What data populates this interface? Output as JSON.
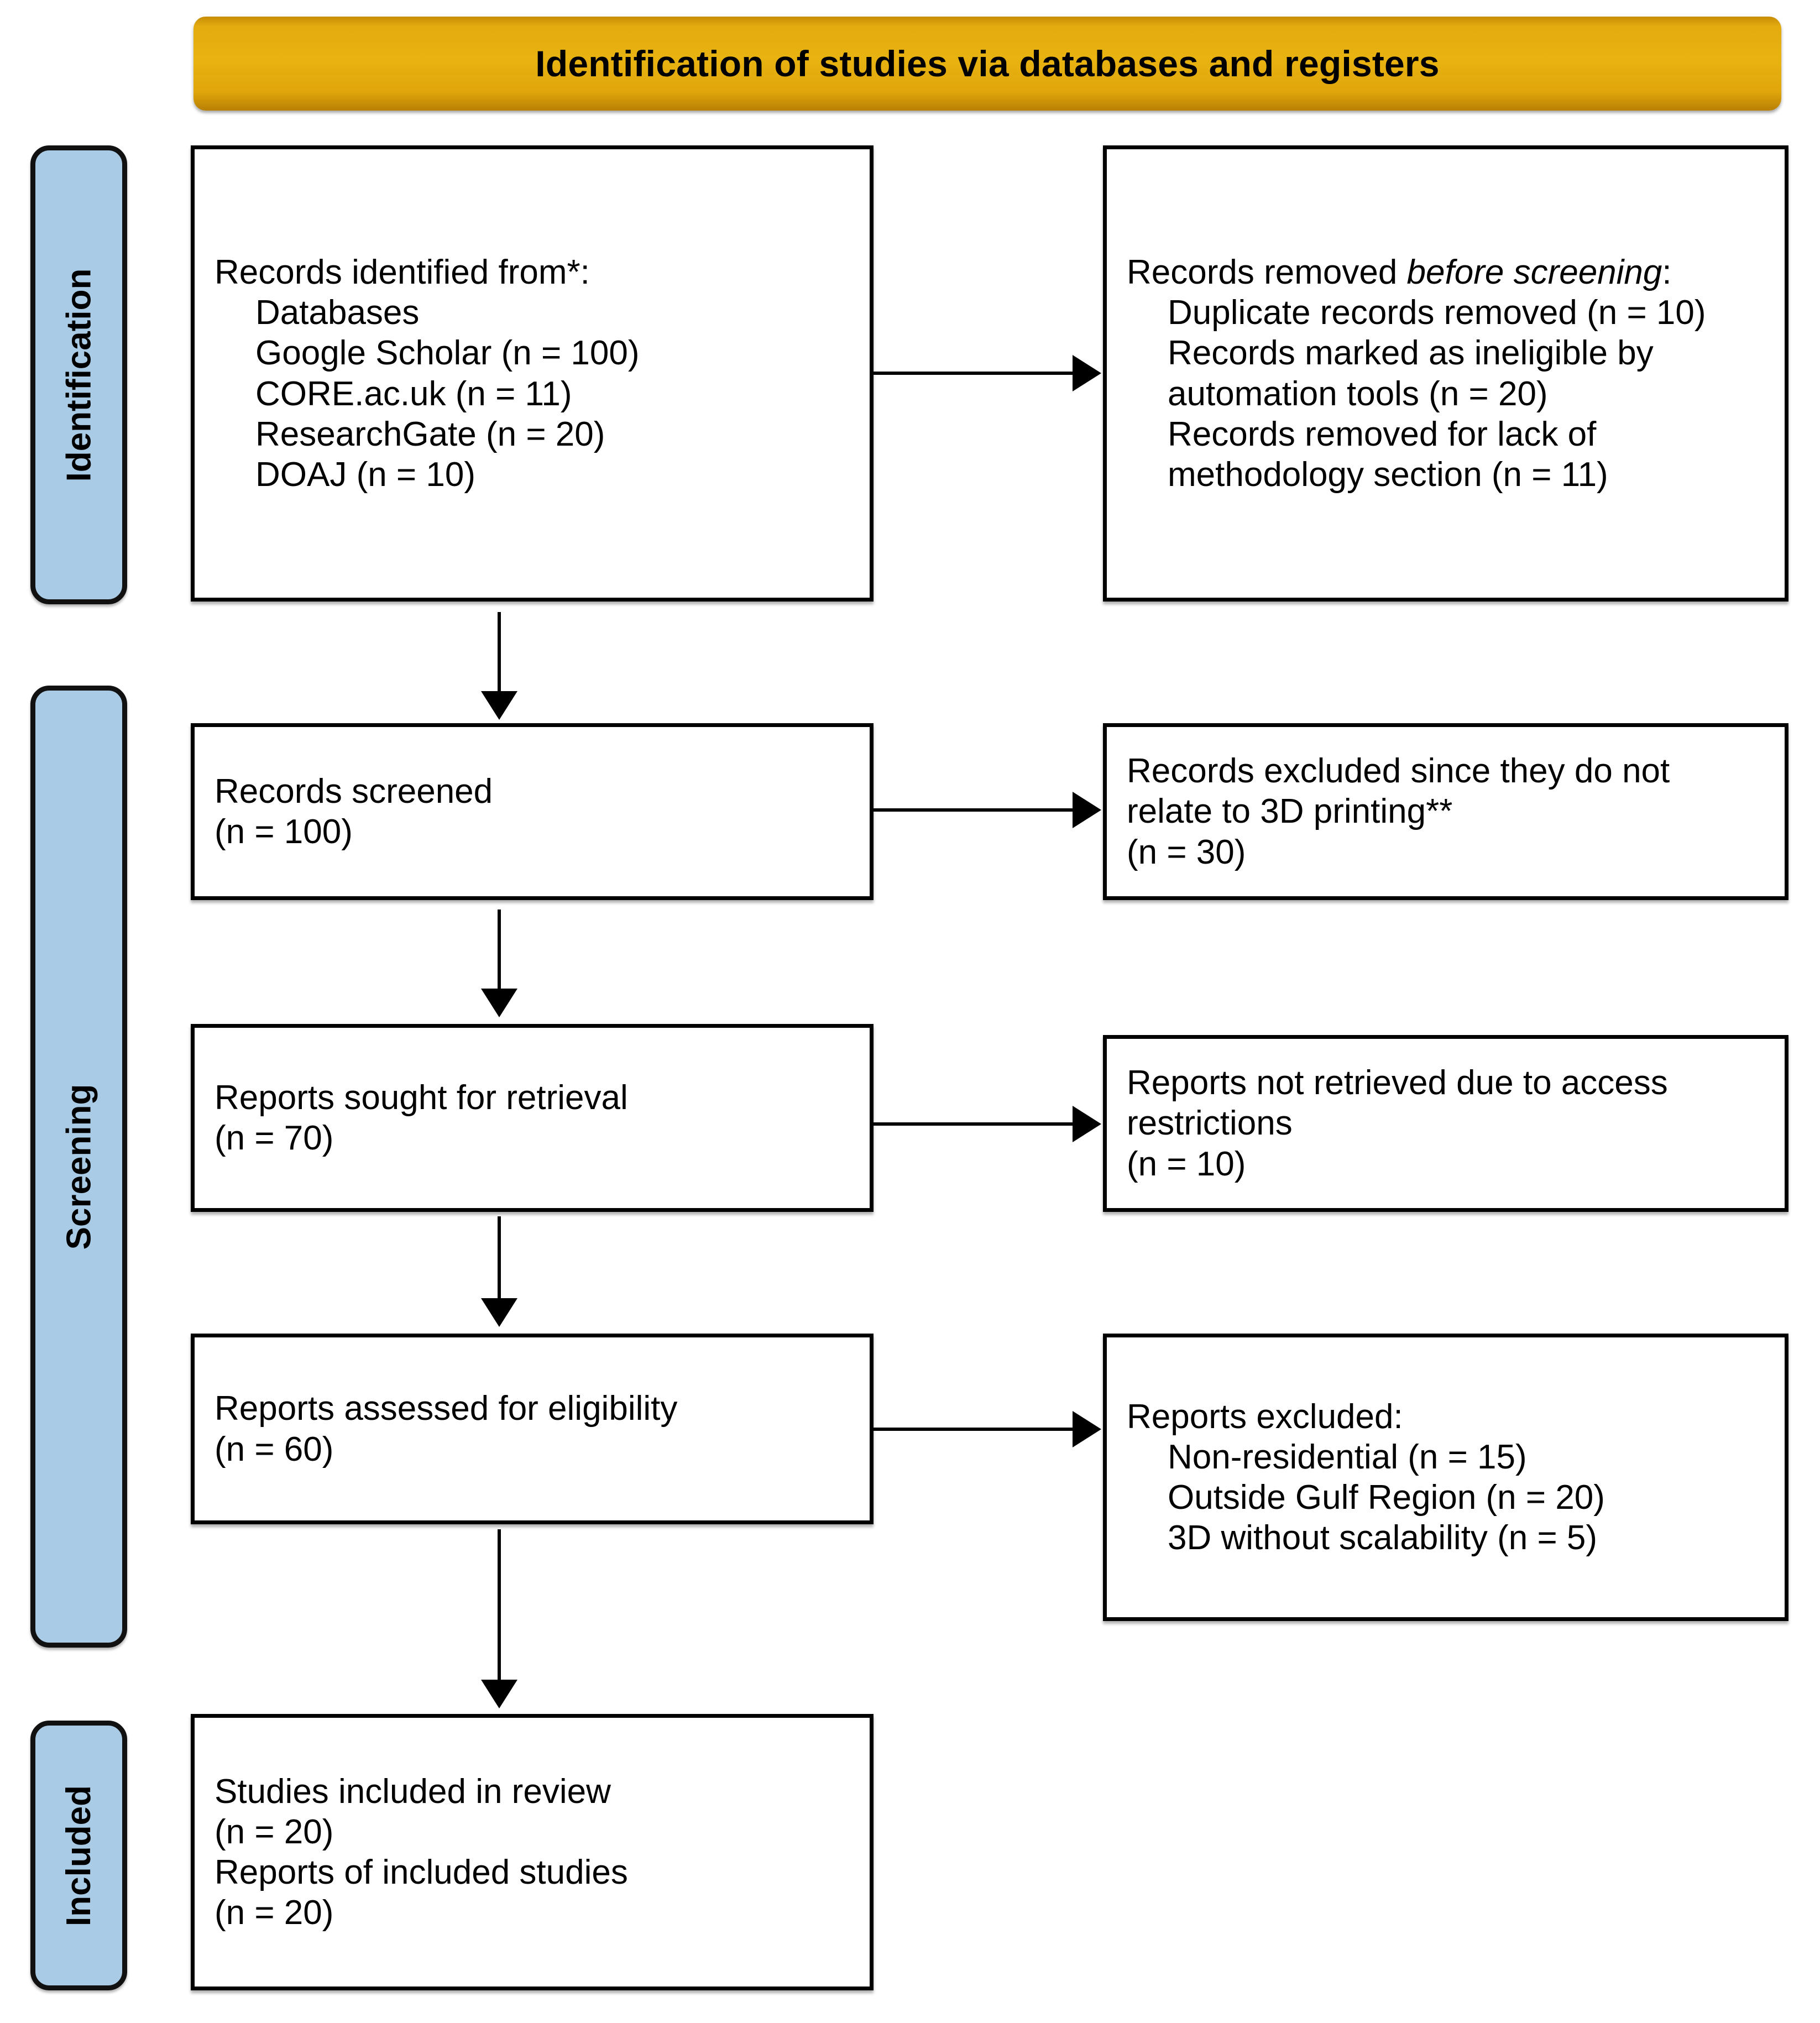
{
  "diagram": {
    "type": "prisma-flow-diagram",
    "banner": {
      "title": "Identification of studies via databases and registers"
    },
    "colors": {
      "banner_fill": "#E0A80D",
      "stage_pill_fill": "#A9CBE5",
      "box_fill": "#FFFFFF",
      "stroke": "#000000"
    },
    "stages": [
      {
        "id": "identification",
        "label": "Identification"
      },
      {
        "id": "screening",
        "label": "Screening"
      },
      {
        "id": "included",
        "label": "Included"
      }
    ],
    "boxes": {
      "identified": {
        "lines": [
          {
            "text": "Records identified from*:",
            "indent": false
          },
          {
            "text": "Databases",
            "indent": true
          },
          {
            "text": "Google Scholar (n = 100)",
            "indent": true
          },
          {
            "text": "CORE.ac.uk (n = 11)",
            "indent": true
          },
          {
            "text": "ResearchGate (n = 20)",
            "indent": true
          },
          {
            "text": "DOAJ (n = 10)",
            "indent": true
          }
        ]
      },
      "removed_before_screening": {
        "head_plain": "Records removed ",
        "head_italic": "before screening",
        "head_tail": ":",
        "lines": [
          {
            "text": "Duplicate records removed (n = 10)",
            "indent": true
          },
          {
            "text": "Records marked as ineligible by automation tools (n = 20)",
            "indent": true
          },
          {
            "text": "Records removed for lack of methodology section (n = 11)",
            "indent": true
          }
        ]
      },
      "records_screened": {
        "lines": [
          {
            "text": "Records screened",
            "indent": false
          },
          {
            "text": "(n = 100)",
            "indent": false
          }
        ]
      },
      "records_excluded": {
        "lines": [
          {
            "text": "Records excluded since they do not relate to 3D printing**",
            "indent": false
          },
          {
            "text": "(n = 30)",
            "indent": false
          }
        ]
      },
      "reports_sought": {
        "lines": [
          {
            "text": "Reports sought for retrieval",
            "indent": false
          },
          {
            "text": "(n = 70)",
            "indent": false
          }
        ]
      },
      "reports_not_retrieved": {
        "lines": [
          {
            "text": "Reports not retrieved due to access restrictions",
            "indent": false
          },
          {
            "text": "(n = 10)",
            "indent": false
          }
        ]
      },
      "reports_assessed": {
        "lines": [
          {
            "text": "Reports assessed for eligibility",
            "indent": false
          },
          {
            "text": "(n = 60)",
            "indent": false
          }
        ]
      },
      "reports_excluded": {
        "lines": [
          {
            "text": "Reports excluded:",
            "indent": false
          },
          {
            "text": "Non-residential (n = 15)",
            "indent": true
          },
          {
            "text": "Outside Gulf Region (n = 20)",
            "indent": true
          },
          {
            "text": "3D without scalability (n = 5)",
            "indent": true
          }
        ]
      },
      "studies_included": {
        "lines": [
          {
            "text": "Studies included in review",
            "indent": false
          },
          {
            "text": "(n = 20)",
            "indent": false
          },
          {
            "text": "Reports of included studies",
            "indent": false
          },
          {
            "text": "(n = 20)",
            "indent": false
          }
        ]
      }
    },
    "counts": {
      "google_scholar": 100,
      "core_ac_uk": 11,
      "researchgate": 20,
      "doaj": 10,
      "duplicates_removed": 10,
      "ineligible_automation": 20,
      "no_methodology_section": 11,
      "records_screened": 100,
      "records_excluded_not_3d": 30,
      "reports_sought": 70,
      "reports_not_retrieved": 10,
      "reports_assessed": 60,
      "excluded_non_residential": 15,
      "excluded_outside_gulf": 20,
      "excluded_no_scalability": 5,
      "studies_included": 20,
      "reports_of_included_studies": 20
    }
  }
}
